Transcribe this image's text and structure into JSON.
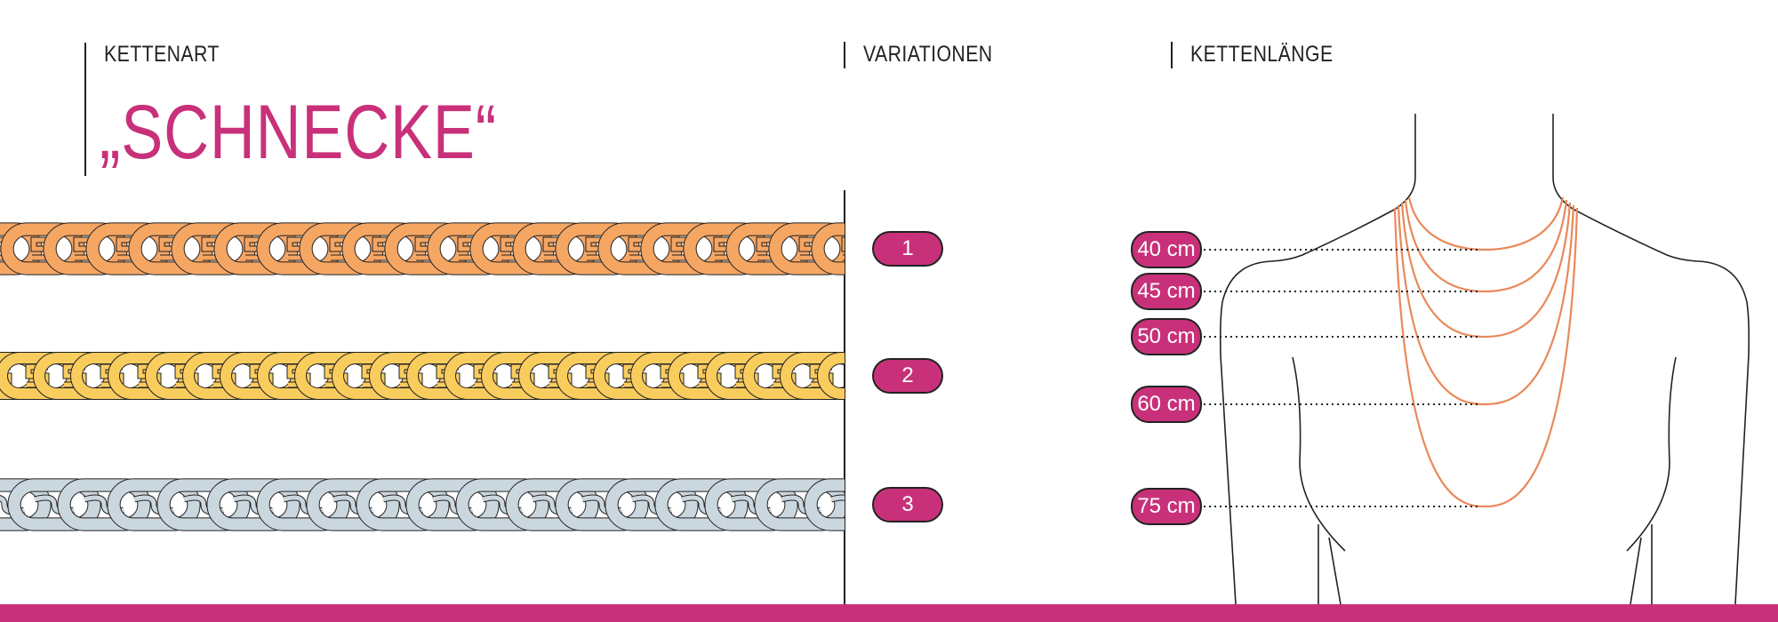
{
  "headers": {
    "chain_type": "KETTENART",
    "variations": "VARIATIONEN",
    "chain_length": "KETTENLÄNGE"
  },
  "title": "„SCHNECKE“",
  "variations": [
    {
      "label": "1",
      "color": "#f5a663"
    },
    {
      "label": "2",
      "color": "#f9cc5e"
    },
    {
      "label": "3",
      "color": "#cbd7df"
    }
  ],
  "lengths": [
    {
      "label": "40 cm"
    },
    {
      "label": "45 cm"
    },
    {
      "label": "50 cm"
    },
    {
      "label": "60 cm"
    },
    {
      "label": "75 cm"
    }
  ],
  "colors": {
    "accent": "#c8317a",
    "necklace": "#e8895a",
    "outline": "#222222"
  }
}
